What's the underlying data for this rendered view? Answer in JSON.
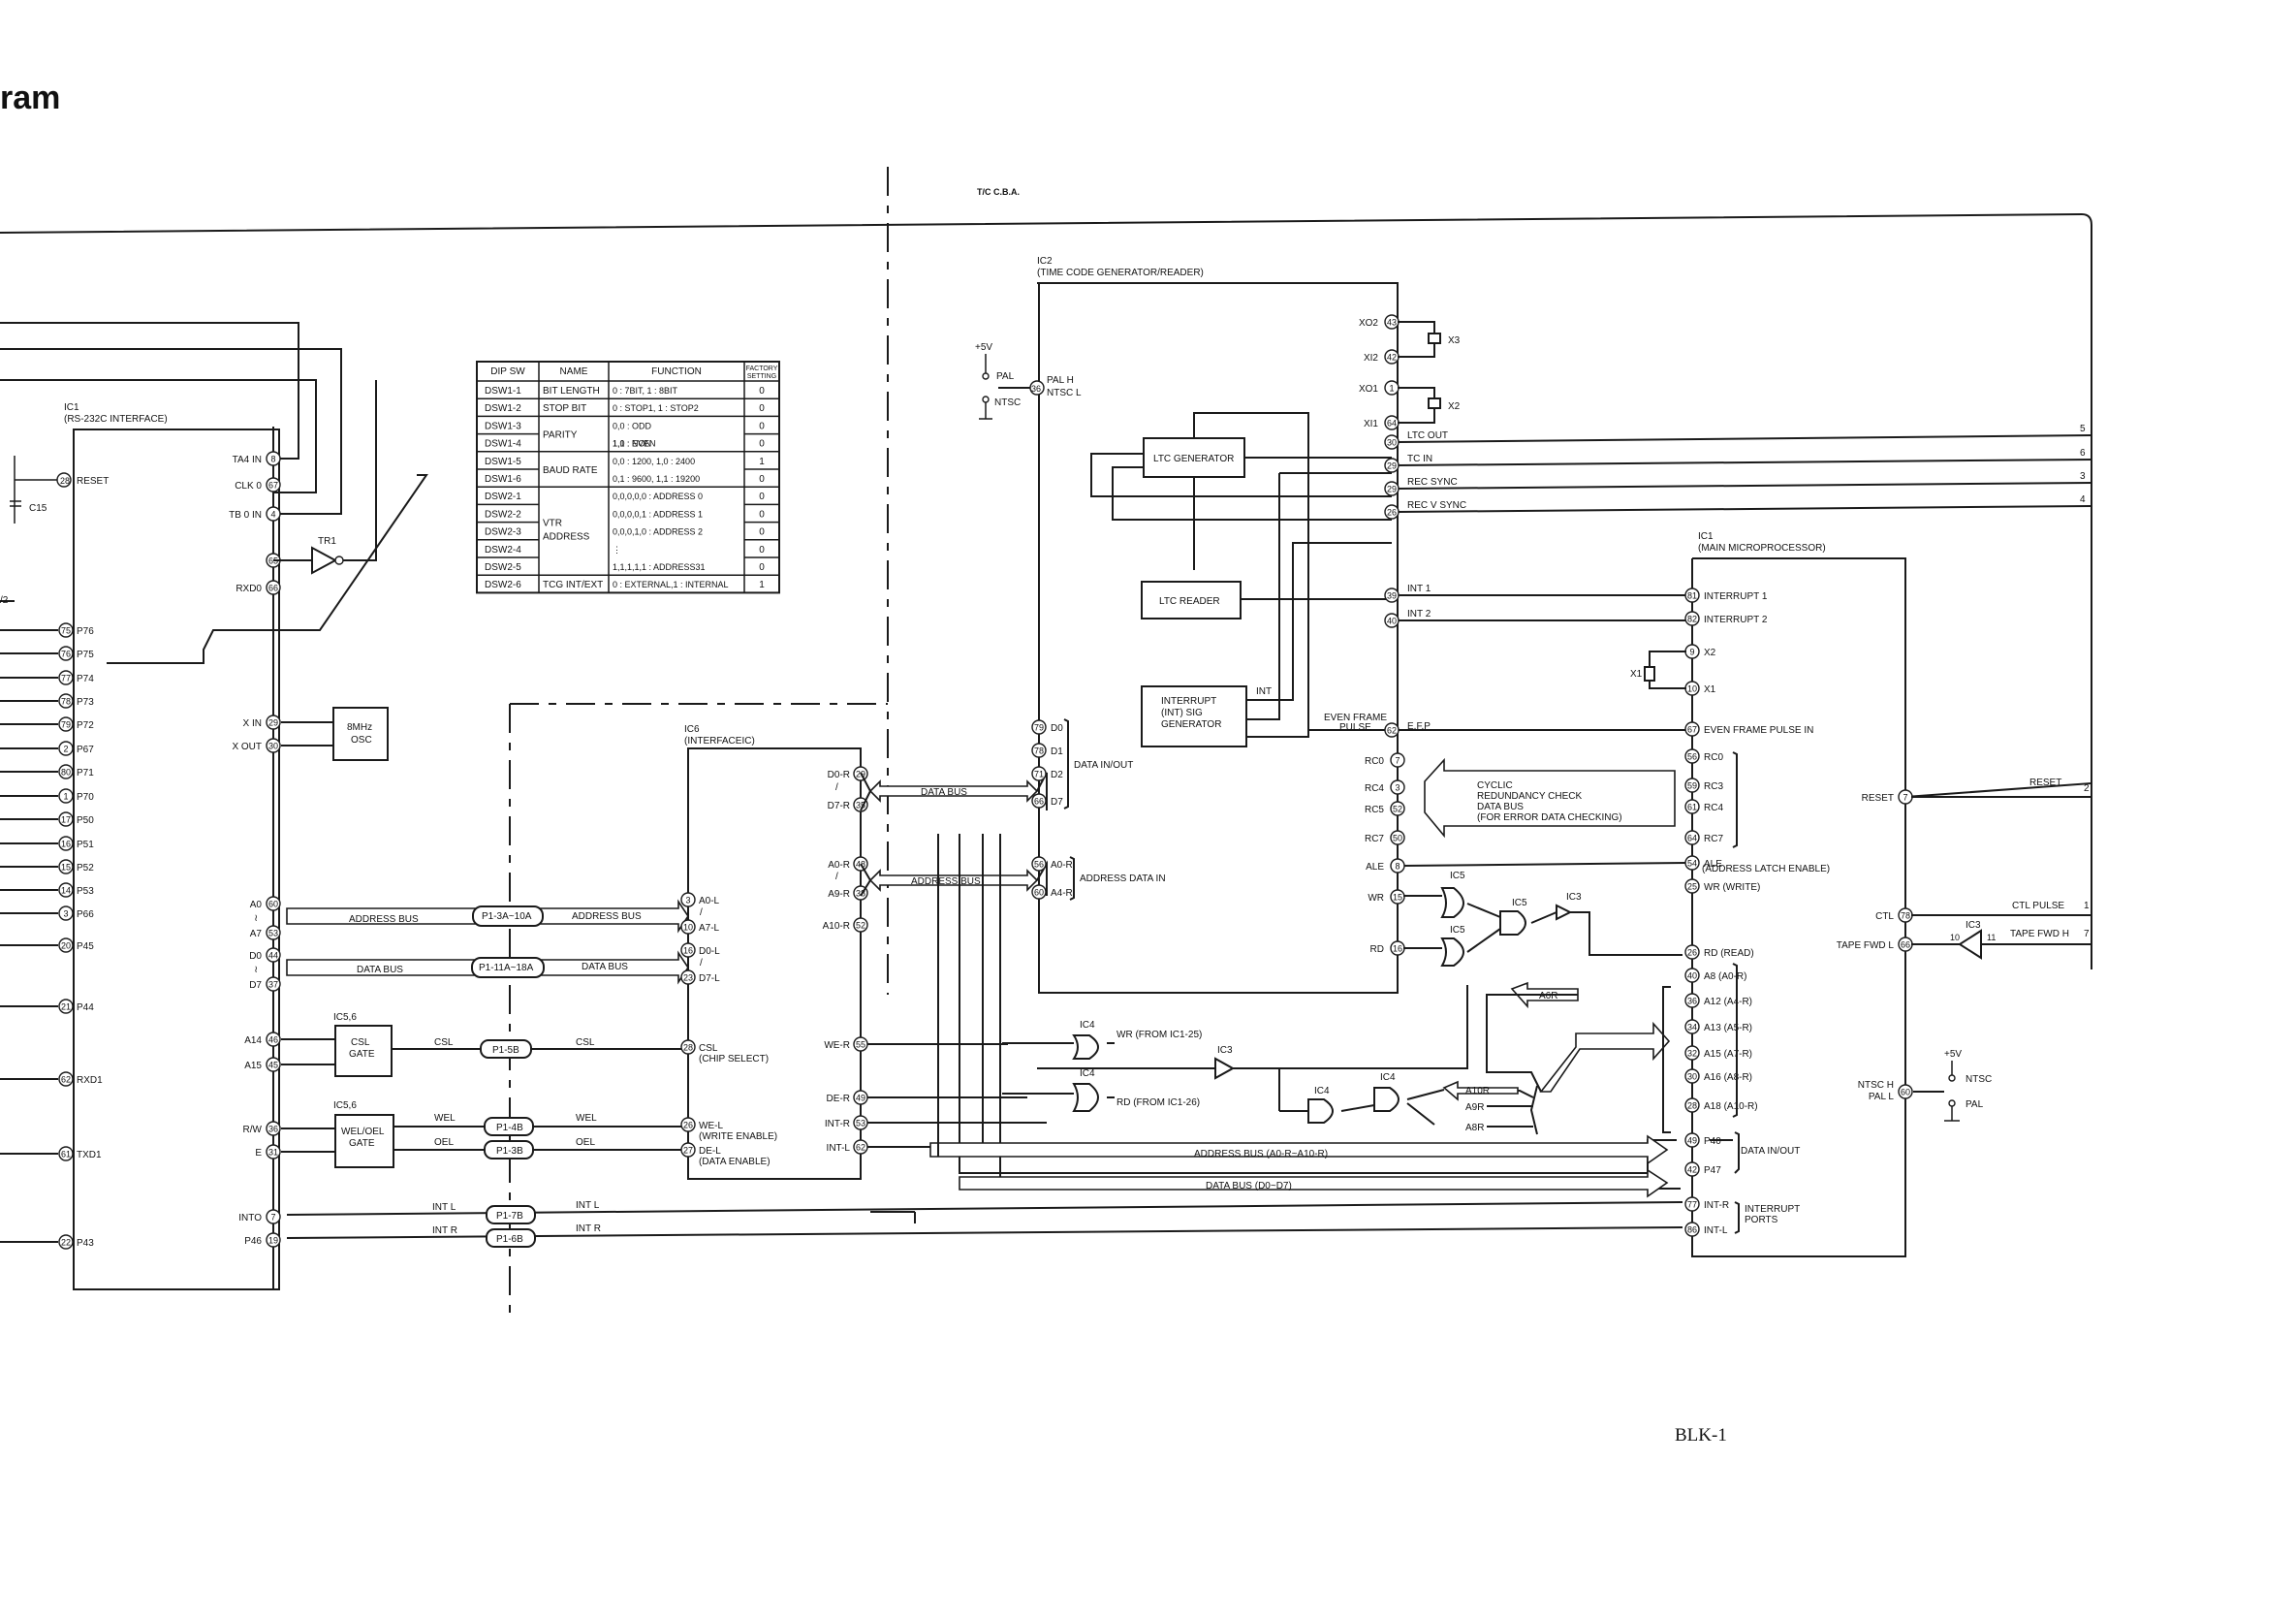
{
  "page": {
    "title": "ram",
    "section": "T/C C.B.A.",
    "page_number": "BLK-1"
  },
  "ic1_rs232": {
    "title": "IC1",
    "subtitle": "(RS-232C INTERFACE)",
    "reset_label": "RESET",
    "reset_pin": "28",
    "cap_label": "C15",
    "left_pins": [
      {
        "pin": "75",
        "label": "P76"
      },
      {
        "pin": "76",
        "label": "P75"
      },
      {
        "pin": "77",
        "label": "P74"
      },
      {
        "pin": "78",
        "label": "P73"
      },
      {
        "pin": "79",
        "label": "P72"
      },
      {
        "pin": "2",
        "label": "P67"
      },
      {
        "pin": "80",
        "label": "P71"
      },
      {
        "pin": "1",
        "label": "P70"
      },
      {
        "pin": "17",
        "label": "P50"
      },
      {
        "pin": "16",
        "label": "P51"
      },
      {
        "pin": "15",
        "label": "P52"
      },
      {
        "pin": "14",
        "label": "P53"
      },
      {
        "pin": "3",
        "label": "P66"
      },
      {
        "pin": "20",
        "label": "P45"
      },
      {
        "pin": "21",
        "label": "P44"
      },
      {
        "pin": "62",
        "label": "RXD1"
      },
      {
        "pin": "61",
        "label": "TXD1"
      },
      {
        "pin": "22",
        "label": "P43"
      }
    ],
    "side_label": "/2"
  },
  "ic1_right_pins": {
    "ta4": {
      "label": "TA4 IN",
      "pin": "8"
    },
    "clk": {
      "label": "CLK 0",
      "pin": "67"
    },
    "tb0": {
      "label": "TB 0 IN",
      "pin": "4"
    },
    "p65": {
      "pin": "65"
    },
    "rxd0": {
      "label": "RXD0",
      "pin": "66"
    },
    "xin": {
      "label": "X IN",
      "pin": "29"
    },
    "xout": {
      "label": "X OUT",
      "pin": "30"
    },
    "a0": {
      "label": "A0",
      "pin": "60"
    },
    "a7": {
      "label": "A7",
      "pin": "53"
    },
    "d0": {
      "label": "D0",
      "pin": "44"
    },
    "d7": {
      "label": "D7",
      "pin": "37"
    },
    "a14": {
      "label": "A14",
      "pin": "46"
    },
    "a15": {
      "label": "A15",
      "pin": "45"
    },
    "rw": {
      "label": "R/W",
      "pin": "36"
    },
    "e": {
      "label": "E",
      "pin": "31"
    },
    "int0": {
      "label": "INTO",
      "pin": "7"
    },
    "p46": {
      "label": "P46",
      "pin": "19"
    }
  },
  "tr1": "TR1",
  "osc": {
    "line1": "8MHz",
    "line2": "OSC"
  },
  "dip_table": {
    "headers": [
      "DIP SW",
      "NAME",
      "FUNCTION",
      "FACTORY SETTING"
    ],
    "rows": [
      {
        "sw": "DSW1-1",
        "name": "BIT LENGTH",
        "func": "0 : 7BIT, 1 : 8BIT",
        "set": "0"
      },
      {
        "sw": "DSW1-2",
        "name": "STOP BIT",
        "func": "0 : STOP1, 1 : STOP2",
        "set": "0"
      },
      {
        "sw": "DSW1-3",
        "name": "",
        "func": "0,0 : ODD",
        "set": "0"
      },
      {
        "sw": "DSW1-4",
        "name": "",
        "func": "1,0 : EVEN",
        "set": "0"
      },
      {
        "sw": "DSW1-5",
        "name": "",
        "func": "0,0 : 1200, 1,0 : 2400",
        "set": "1"
      },
      {
        "sw": "DSW1-6",
        "name": "",
        "func": "0,1 : 9600, 1,1 : 19200",
        "set": "0"
      },
      {
        "sw": "DSW2-1",
        "name": "",
        "func": "0,0,0,0,0 : ADDRESS 0",
        "set": "0"
      },
      {
        "sw": "DSW2-2",
        "name": "",
        "func": "0,0,0,0,1 : ADDRESS 1",
        "set": "0"
      },
      {
        "sw": "DSW2-3",
        "name": "",
        "func": "0,0,0,1,0 : ADDRESS 2",
        "set": "0"
      },
      {
        "sw": "DSW2-4",
        "name": "",
        "func": "⋮",
        "set": "0"
      },
      {
        "sw": "DSW2-5",
        "name": "",
        "func": "1,1,1,1,1 : ADDRESS31",
        "set": "0"
      },
      {
        "sw": "DSW2-6",
        "name": "TCG INT/EXT",
        "func": "0 : EXTERNAL,1 : INTERNAL",
        "set": "1"
      }
    ],
    "parity_name": "PARITY",
    "parity_extra": "1,1 : NON",
    "baud_name": "BAUD RATE",
    "vtr_name": "VTR",
    "vtr_name2": "ADDRESS"
  },
  "connector": {
    "addr": "P1-3A~10A",
    "data": "P1-11A~18A",
    "csl": "P1-5B",
    "wel": "P1-4B",
    "oel": "P1-3B",
    "intl": "P1-7B",
    "intr": "P1-6B"
  },
  "bus_labels": {
    "addr1": "ADDRESS BUS",
    "addr2": "ADDRESS BUS",
    "data1": "DATA BUS",
    "data2": "DATA BUS",
    "csl": "CSL",
    "wel": "WEL",
    "oel": "OEL",
    "intl": "INT L",
    "intr": "INT R",
    "data_bus_mid": "DATA BUS",
    "addr_bus_mid": "ADDRESS BUS",
    "addr_bus_bottom": "ADDRESS BUS  (A0-R~A10-R)",
    "data_bus_bottom": "DATA BUS  (D0~D7)"
  },
  "gates": {
    "csl_gate": {
      "ref": "IC5,6",
      "l1": "CSL",
      "l2": "GATE"
    },
    "weloel_gate": {
      "ref": "IC5,6",
      "l1": "WEL/OEL",
      "l2": "GATE"
    }
  },
  "ic6": {
    "title": "IC6",
    "subtitle": "(INTERFACEIC)",
    "left": [
      {
        "pin": "3",
        "label": "A0-L"
      },
      {
        "pin": "10",
        "label": "A7-L"
      },
      {
        "pin": "16",
        "label": "D0-L"
      },
      {
        "pin": "23",
        "label": "D7-L"
      },
      {
        "pin": "28",
        "label": "CSL",
        "sub": "(CHIP SELECT)"
      },
      {
        "pin": "26",
        "label": "WE-L",
        "sub": "(WRITE ENABLE)"
      },
      {
        "pin": "27",
        "label": "DE-L",
        "sub": "(DATA ENABLE)"
      }
    ],
    "right": [
      {
        "pin": "29",
        "label": "D0-R"
      },
      {
        "pin": "35",
        "label": "D7-R"
      },
      {
        "pin": "48",
        "label": "A0-R"
      },
      {
        "pin": "38",
        "label": "A9-R"
      },
      {
        "pin": "52",
        "label": "A10-R"
      },
      {
        "pin": "55",
        "label": "WE-R"
      },
      {
        "pin": "49",
        "label": "DE-R"
      },
      {
        "pin": "53",
        "label": "INT-R"
      },
      {
        "pin": "62",
        "label": "INT-L"
      }
    ]
  },
  "ic2": {
    "title": "IC2",
    "subtitle": "(TIME CODE GENERATOR/READER)",
    "pal_ntsc_pin": "36",
    "pal_h": "PAL H",
    "ntsc_l": "NTSC L",
    "plus5v": "+5V",
    "pal": "PAL",
    "ntsc": "NTSC",
    "xo2": {
      "label": "XO2",
      "pin": "43"
    },
    "xi2": {
      "label": "XI2",
      "pin": "42"
    },
    "xo1": {
      "label": "XO1",
      "pin": "1"
    },
    "xi1": {
      "label": "XI1",
      "pin": "64"
    },
    "x3": "X3",
    "x2": "X2",
    "ltc_gen": "LTC GENERATOR",
    "ltc_reader": "LTC READER",
    "int_gen_l1": "INTERRUPT",
    "int_gen_l2": "(INT) SIG",
    "int_gen_l3": "GENERATOR",
    "int_tag": "INT",
    "outputs": [
      {
        "pin": "30",
        "label": "LTC OUT",
        "num": "5"
      },
      {
        "pin": "29",
        "label": "TC IN",
        "num": "6"
      },
      {
        "pin": "29",
        "label": "REC SYNC",
        "num": "3"
      },
      {
        "pin": "26",
        "label": "REC V SYNC",
        "num": "4"
      }
    ],
    "int1": {
      "pin": "39",
      "label": "INT 1"
    },
    "int2": {
      "pin": "40",
      "label": "INT 2"
    },
    "efp_l1": "EVEN FRAME",
    "efp_l2": "PULSE",
    "efp_pin": "62",
    "efp": "E.F.P",
    "data_pins": [
      {
        "pin": "79",
        "label": "D0"
      },
      {
        "pin": "78",
        "label": "D1"
      },
      {
        "pin": "71",
        "label": "D2"
      },
      {
        "pin": "66",
        "label": "D7"
      }
    ],
    "data_inout": "DATA IN/OUT",
    "addr_pins": [
      {
        "pin": "56",
        "label": "A0-R"
      },
      {
        "pin": "60",
        "label": "A4-R"
      }
    ],
    "addr_in": "ADDRESS DATA IN",
    "rc_pins": [
      {
        "pin": "7",
        "label": "RC0"
      },
      {
        "pin": "3",
        "label": "RC4"
      },
      {
        "pin": "52",
        "label": "RC5"
      },
      {
        "pin": "50",
        "label": "RC7"
      }
    ],
    "ale": {
      "pin": "8",
      "label": "ALE"
    },
    "wr": {
      "pin": "15",
      "label": "WR"
    },
    "rd": {
      "pin": "16",
      "label": "RD"
    },
    "crc_l1": "CYCLIC",
    "crc_l2": "REDUNDANCY CHECK",
    "crc_l3": "DATA BUS",
    "crc_l4": "(FOR ERROR DATA CHECKING)"
  },
  "logic": {
    "ic5": "IC5",
    "ic3": "IC3",
    "ic4": "IC4",
    "wr_from": "WR (FROM IC1-25)",
    "rd_from": "RD (FROM IC1-26)",
    "a10r": "A10R",
    "a9r": "A9R",
    "a8r": "A8R",
    "a6r": "A6R"
  },
  "ic1_main": {
    "title": "IC1",
    "subtitle": "(MAIN MICROPROCESSOR)",
    "pins": [
      {
        "pin": "81",
        "label": "INTERRUPT 1"
      },
      {
        "pin": "82",
        "label": "INTERRUPT 2"
      },
      {
        "pin": "9",
        "label": "X2"
      },
      {
        "pin": "10",
        "label": "X1"
      },
      {
        "pin": "67",
        "label": "EVEN FRAME PULSE IN"
      },
      {
        "pin": "56",
        "label": "RC0"
      },
      {
        "pin": "59",
        "label": "RC3"
      },
      {
        "pin": "61",
        "label": "RC4"
      },
      {
        "pin": "64",
        "label": "RC7"
      },
      {
        "pin": "54",
        "label": "ALE"
      },
      {
        "pin": "25",
        "label": "WR (WRITE)"
      },
      {
        "pin": "26",
        "label": "RD (READ)"
      },
      {
        "pin": "40",
        "label": "A8 (A0-R)"
      },
      {
        "pin": "36",
        "label": "A12 (A4-R)"
      },
      {
        "pin": "34",
        "label": "A13 (A5-R)"
      },
      {
        "pin": "32",
        "label": "A15 (A7-R)"
      },
      {
        "pin": "30",
        "label": "A16 (A8-R)"
      },
      {
        "pin": "28",
        "label": "A18 (A10-R)"
      },
      {
        "pin": "49",
        "label": "P40"
      },
      {
        "pin": "42",
        "label": "P47"
      },
      {
        "pin": "77",
        "label": "INT-R"
      },
      {
        "pin": "86",
        "label": "INT-L"
      }
    ],
    "ale_sub": "(ADDRESS LATCH ENABLE)",
    "x1": "X1",
    "data_inout": "DATA IN/OUT",
    "int_ports_l1": "INTERRUPT",
    "int_ports_l2": "PORTS",
    "reset": {
      "pin": "7",
      "label": "RESET"
    },
    "reset_in": "RESET",
    "reset_num": "2",
    "ctl": {
      "pin": "78",
      "label": "CTL"
    },
    "ctl_pulse": "CTL PULSE",
    "ctl_num": "1",
    "tape_fwd": {
      "pin": "66",
      "label": "TAPE FWD L"
    },
    "tape_fwd_in": "TAPE FWD H",
    "tape_num": "7",
    "ic3": "IC3",
    "pin10": "10",
    "pin11": "11",
    "ntsc_pal": {
      "pin": "60",
      "l1": "NTSC H",
      "l2": "PAL L"
    },
    "plus5v": "+5V",
    "ntsc": "NTSC",
    "pal": "PAL"
  }
}
